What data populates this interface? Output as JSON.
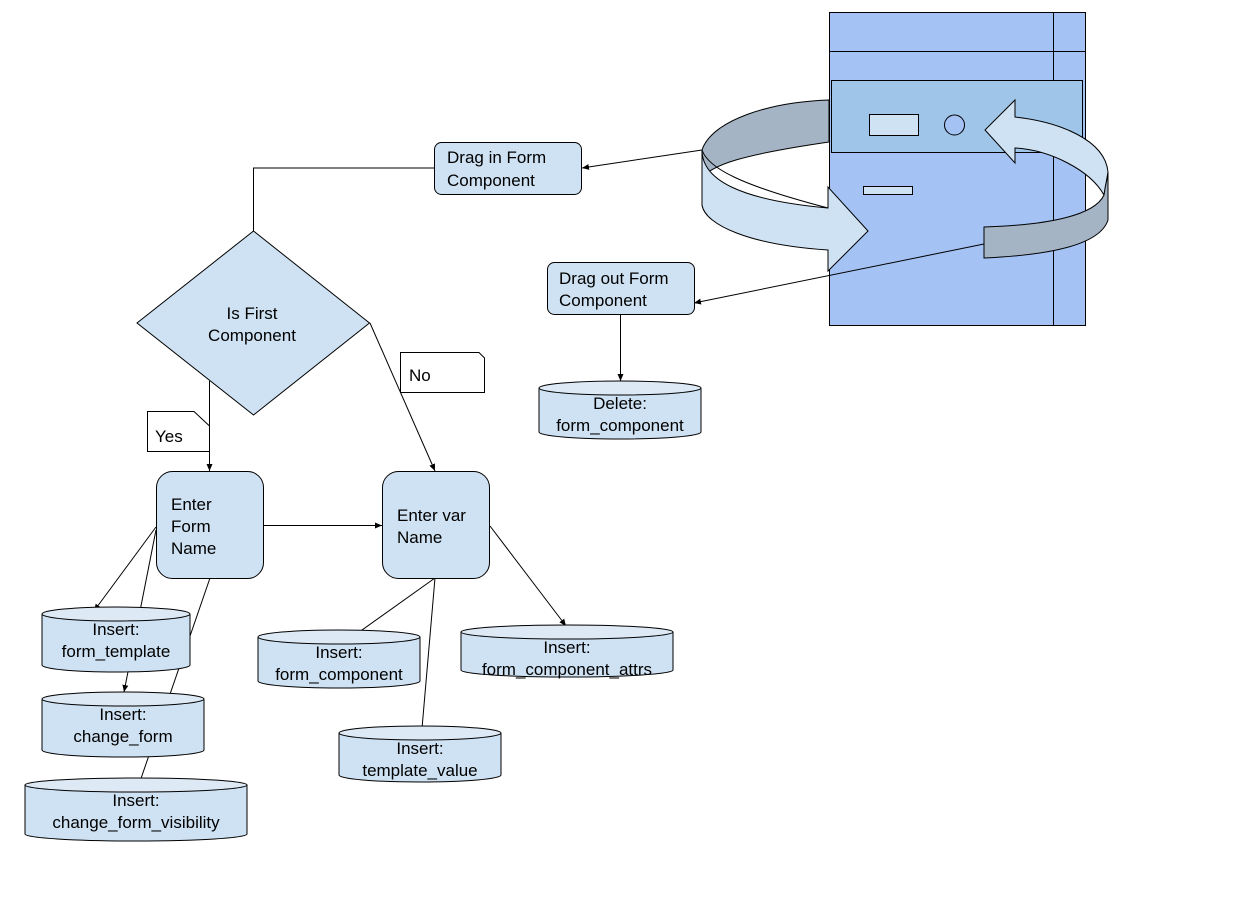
{
  "diagram": {
    "process_nodes": {
      "drag_in": [
        "Drag in Form",
        "Component"
      ],
      "drag_out": [
        "Drag out Form",
        "Component"
      ],
      "enter_form_name": [
        "Enter",
        "Form",
        "Name"
      ],
      "enter_var_name": [
        "Enter var",
        "Name"
      ]
    },
    "decision": [
      "Is First",
      "Component"
    ],
    "branch_labels": {
      "yes": "Yes",
      "no": "No"
    },
    "databases": {
      "delete_form_component": [
        "Delete:",
        "form_component"
      ],
      "insert_form_template": [
        "Insert:",
        "form_template"
      ],
      "insert_change_form": [
        "Insert:",
        "change_form"
      ],
      "insert_change_form_visibility": [
        "Insert:",
        "change_form_visibility"
      ],
      "insert_form_component": [
        "Insert:",
        "form_component"
      ],
      "insert_template_value": [
        "Insert:",
        "template_value"
      ],
      "insert_form_component_attrs": [
        "Insert:",
        "form_component_attrs"
      ]
    },
    "colors": {
      "node_fill": "#cfe2f3",
      "window_fill": "#a4c2f4",
      "panel_fill": "#9fc5e8",
      "arrow_back": "#a4b4c4"
    }
  }
}
